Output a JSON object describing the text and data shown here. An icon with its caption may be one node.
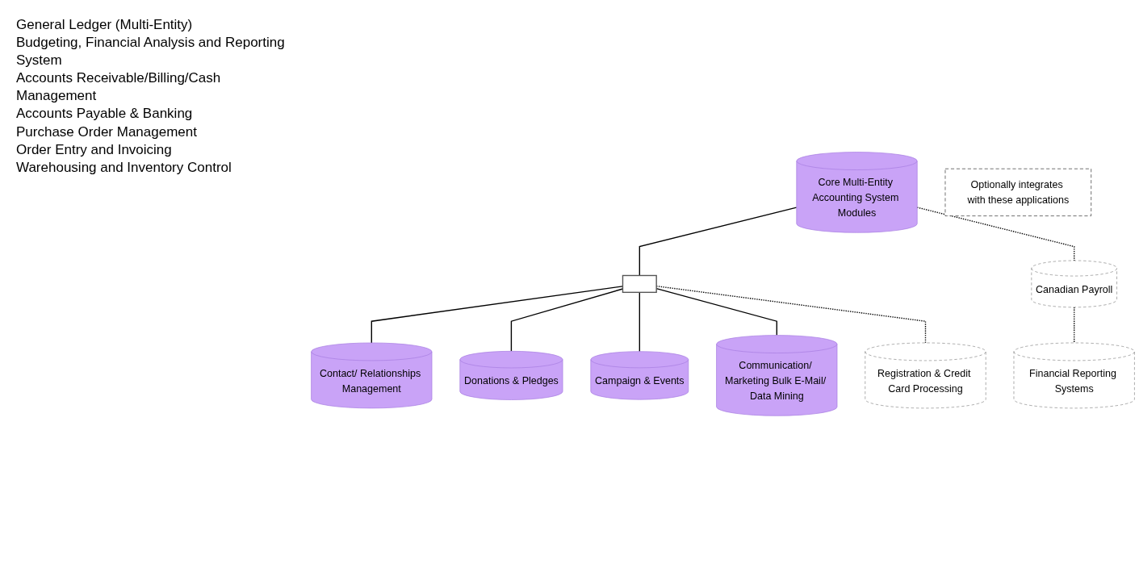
{
  "diagram": {
    "nodes": [
      {
        "text": [
          "Core Multi-Entity Accounting System Modules"
        ],
        "beside": [
          "General Ledger (Multi-Entity)",
          "Budgeting, Financial Analysis and Reporting System",
          "Accounts Receivable/Billing/Cash Management",
          "Accounts Payable & Banking",
          "Purchase Order Management",
          "Order Entry and Invoicing",
          "Warehousing and Inventory Control"
        ]
      },
      {
        "text": [],
        "shape": "box"
      },
      {
        "text": [
          "Canadian Payroll"
        ]
      },
      {
        "text": [
          "Financial Reporting Systems"
        ]
      },
      {
        "text": [
          "Contact/ Relationships Management"
        ]
      },
      {
        "text": [
          "Donations & Pledges"
        ]
      },
      {
        "text": [
          "Campaign & Events"
        ]
      },
      {
        "text": [
          "Communication/ Marketing Bulk E-Mail/ Data Mining"
        ]
      },
      {
        "text": [
          "Registration & Credit Card Processing"
        ]
      },
      {
        "text": [
          "Optionally integrates with these applications"
        ]
      }
    ],
    "edges": [
      {
        "from": 0,
        "to": 1,
        "arrow": "none"
      },
      {
        "from": 0,
        "to": 2,
        "arrow": "none",
        "style": "dashed"
      },
      {
        "from": 2,
        "to": 3,
        "arrow": "none",
        "style": "dashed"
      },
      {
        "from": 1,
        "to": 4,
        "arrow": "none"
      },
      {
        "from": 1,
        "to": 5,
        "arrow": "none"
      },
      {
        "from": 1,
        "to": 6,
        "arrow": "none"
      },
      {
        "from": 1,
        "to": 7,
        "arrow": "none"
      },
      {
        "from": 1,
        "to": 8,
        "arrow": "none",
        "style": "dashed"
      }
    ]
  }
}
